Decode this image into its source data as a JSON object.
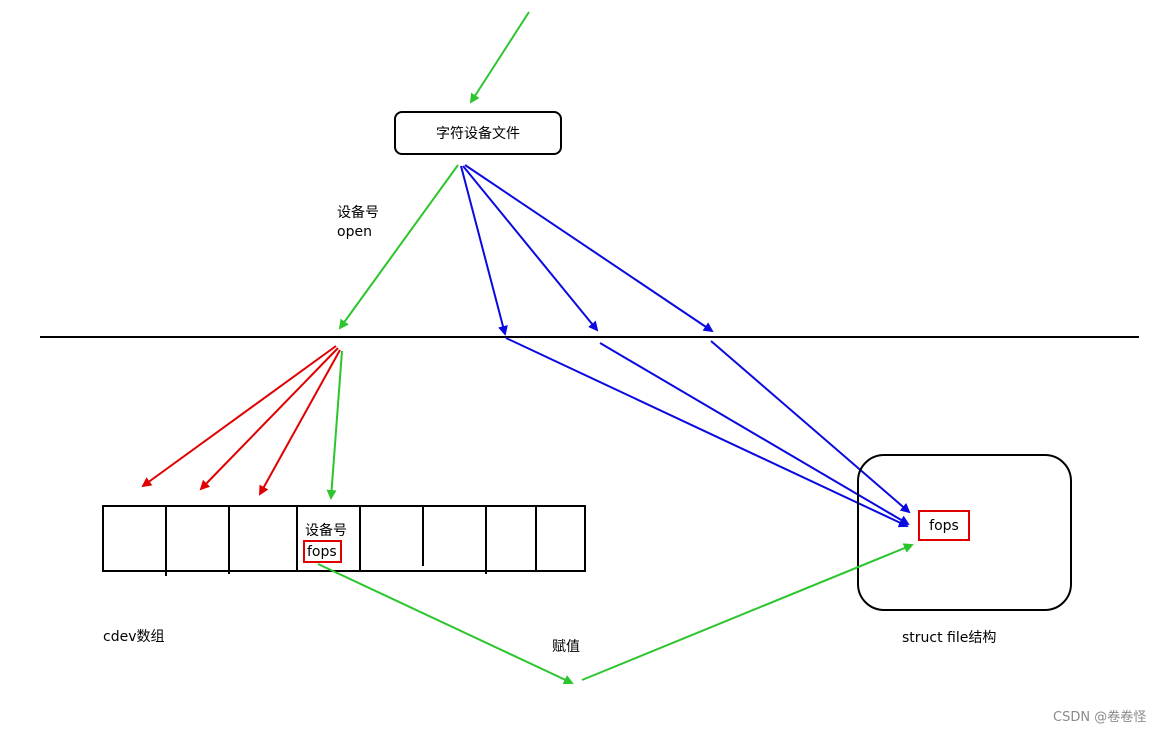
{
  "char_device_file": "字符设备文件",
  "open_label": {
    "line1": "设备号",
    "line2": "open"
  },
  "cdev_cell": {
    "line1": "设备号",
    "fops": "fops"
  },
  "cdev_array_label": "cdev数组",
  "assign_label": "赋值",
  "struct_file_label": "struct file结构",
  "struct_file_fops": "fops",
  "watermark": "CSDN @卷卷怪",
  "colors": {
    "green": "#2dc52d",
    "blue": "#0a0ae0",
    "red": "#e00000",
    "black": "#000000"
  }
}
